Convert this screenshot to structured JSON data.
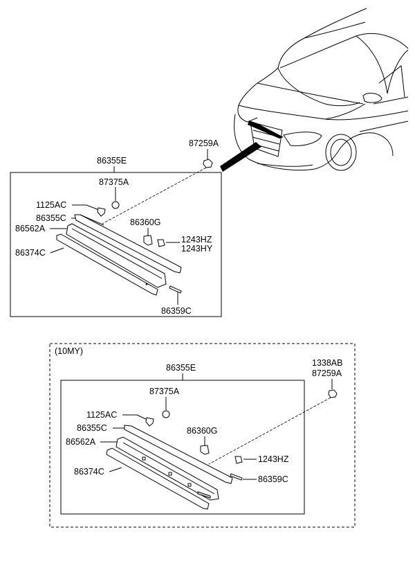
{
  "top_section": {
    "labels": {
      "trim_assy": "86355E",
      "nut_upper": "87259A",
      "emblem_clip": "87375A",
      "screw": "1125AC",
      "molding": "86355C",
      "seal": "86562A",
      "lower_strip": "86374C",
      "retainer": "86360G",
      "bolt_a": "1243HZ",
      "bolt_b": "1243HY",
      "tape": "86359C"
    }
  },
  "bottom_section": {
    "variant_tag": "(10MY)",
    "labels": {
      "trim_assy": "86355E",
      "nut_code_a": "1338AB",
      "nut_code_b": "87259A",
      "emblem_clip": "87375A",
      "screw": "1125AC",
      "molding": "86355C",
      "seal": "86562A",
      "lower_strip": "86374C",
      "retainer": "86360G",
      "bolt": "1243HZ",
      "tape": "86359C"
    }
  }
}
